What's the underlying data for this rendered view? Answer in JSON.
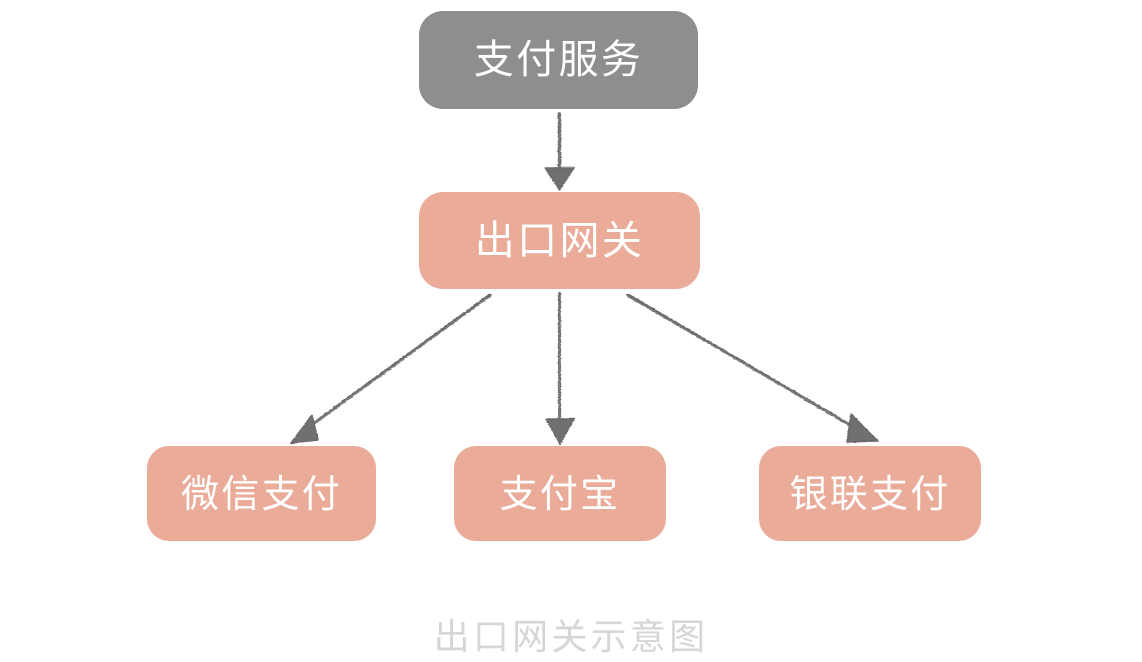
{
  "diagram": {
    "caption": "出口网关示意图",
    "background_color": "#ffffff",
    "caption_color": "#d6d6d6",
    "style": "hand-drawn sketch",
    "nodes": [
      {
        "id": "payment-service",
        "label": "支付服务",
        "fill": "#8e8e8e",
        "text_color": "#ffffff",
        "role": "source-service"
      },
      {
        "id": "egress-gateway",
        "label": "出口网关",
        "fill": "#eaab99",
        "text_color": "#ffffff",
        "role": "gateway"
      },
      {
        "id": "wechat-pay",
        "label": "微信支付",
        "fill": "#eaab99",
        "text_color": "#ffffff",
        "role": "external-provider"
      },
      {
        "id": "alipay",
        "label": "支付宝",
        "fill": "#eaab99",
        "text_color": "#ffffff",
        "role": "external-provider"
      },
      {
        "id": "unionpay",
        "label": "银联支付",
        "fill": "#eaab99",
        "text_color": "#ffffff",
        "role": "external-provider"
      }
    ],
    "edges": [
      {
        "from": "payment-service",
        "to": "egress-gateway",
        "label": "",
        "color": "#6a6a6a"
      },
      {
        "from": "egress-gateway",
        "to": "wechat-pay",
        "label": "",
        "color": "#6a6a6a"
      },
      {
        "from": "egress-gateway",
        "to": "alipay",
        "label": "",
        "color": "#6a6a6a"
      },
      {
        "from": "egress-gateway",
        "to": "unionpay",
        "label": "",
        "color": "#6a6a6a"
      }
    ]
  }
}
